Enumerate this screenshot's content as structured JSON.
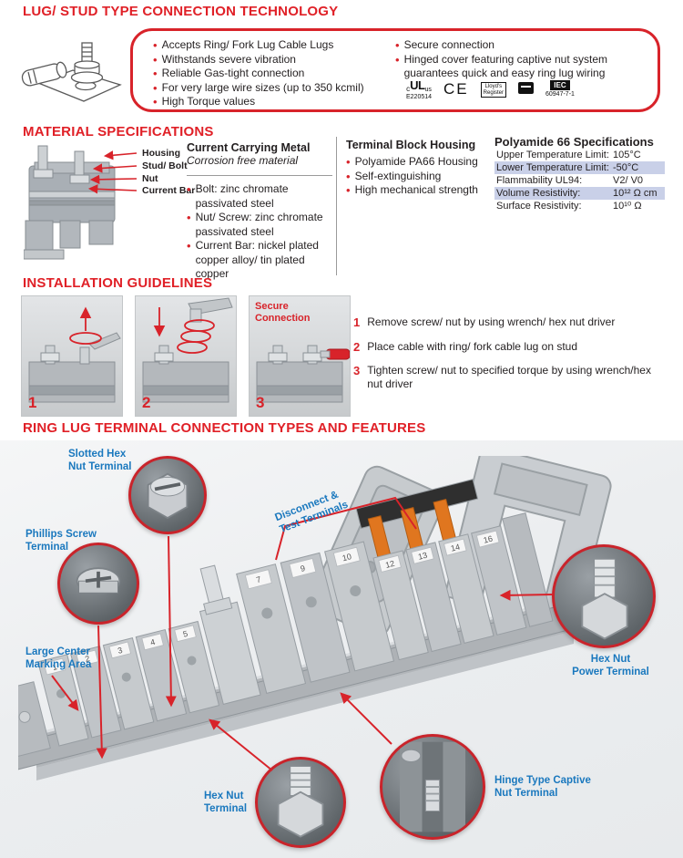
{
  "colors": {
    "accent_red": "#d8232a",
    "header_red": "#e02027",
    "label_blue": "#1a78be",
    "row_highlight": "#c9d0e8",
    "text": "#231f20",
    "orange_part": "#e0761f"
  },
  "sections": {
    "lug_stud": {
      "title": "LUG/ STUD TYPE CONNECTION TECHNOLOGY",
      "features_left": [
        "Accepts Ring/ Fork Lug Cable Lugs",
        "Withstands severe vibration",
        "Reliable Gas-tight connection",
        "For very large wire sizes (up to 350 kcmil)",
        "High Torque values"
      ],
      "features_right": [
        "Secure connection",
        "Hinged cover featuring captive nut system guarantees quick and easy ring lug wiring"
      ],
      "certs": {
        "ul_prefix": "c",
        "ul_letters": "UL",
        "ul_suffix": "us",
        "ul_code": "E220514",
        "ce": "CE",
        "lloyds_line1": "Lloyd's",
        "lloyds_line2": "Register",
        "iec_label": "IEC",
        "iec_code": "60947-7-1"
      }
    },
    "material": {
      "title": "MATERIAL SPECIFICATIONS",
      "part_labels": [
        "Housing",
        "Stud/ Bolt",
        "Nut",
        "Current Bar"
      ],
      "current_carrying": {
        "heading": "Current Carrying Metal",
        "subheading": "Corrosion free material",
        "bullets": [
          "Bolt: zinc chromate passivated steel",
          "Nut/ Screw: zinc chromate passivated steel",
          "Current Bar: nickel plated copper alloy/ tin plated copper"
        ]
      },
      "housing": {
        "heading": "Terminal Block Housing",
        "bullets": [
          "Polyamide PA66 Housing",
          "Self-extinguishing",
          "High mechanical strength"
        ]
      },
      "polyamide": {
        "heading": "Polyamide 66 Specifications",
        "rows": [
          {
            "label": "Upper Temperature Limit:",
            "value": "105°C"
          },
          {
            "label": "Lower Temperature Limit:",
            "value": "-50°C"
          },
          {
            "label": "Flammability UL94:",
            "value": "V2/ V0"
          },
          {
            "label": "Volume Resistivity:",
            "value": "10¹² Ω cm"
          },
          {
            "label": "Surface Resistivity:",
            "value": "10¹⁰ Ω"
          }
        ]
      }
    },
    "installation": {
      "title": "INSTALLATION GUIDELINES",
      "figure_numbers": [
        "1",
        "2",
        "3"
      ],
      "figure3_caption": "Secure Connection",
      "steps": [
        {
          "n": "1",
          "text": "Remove screw/ nut by using wrench/ hex nut driver"
        },
        {
          "n": "2",
          "text": "Place cable with ring/ fork cable lug on stud"
        },
        {
          "n": "3",
          "text": "Tighten screw/ nut to specified torque by using wrench/hex nut driver"
        }
      ]
    },
    "ring_lug": {
      "title": "RING LUG TERMINAL CONNECTION TYPES AND FEATURES",
      "callouts": {
        "slotted_hex_1": "Slotted Hex",
        "slotted_hex_2": "Nut Terminal",
        "phillips_1": "Phillips Screw",
        "phillips_2": "Terminal",
        "disconnect_1": "Disconnect &",
        "disconnect_2": "Test Terminals",
        "marking_1": "Large Center",
        "marking_2": "Marking Area",
        "hexnut_1": "Hex Nut",
        "hexnut_2": "Terminal",
        "hinge_1": "Hinge Type Captive",
        "hinge_2": "Nut Terminal",
        "power_1": "Hex Nut",
        "power_2": "Power Terminal"
      },
      "tags": [
        "1",
        "2",
        "3",
        "4",
        "5",
        "7",
        "9",
        "10",
        "12",
        "13",
        "14",
        "16"
      ]
    }
  }
}
